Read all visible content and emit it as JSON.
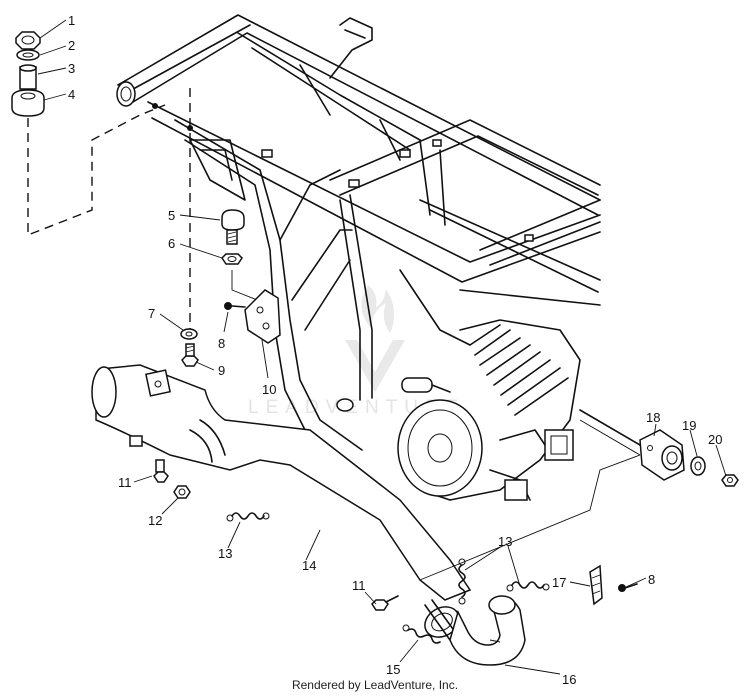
{
  "callouts": {
    "c1": "1",
    "c2": "2",
    "c3": "3",
    "c4": "4",
    "c5": "5",
    "c6": "6",
    "c7": "7",
    "c8a": "8",
    "c9": "9",
    "c10": "10",
    "c11a": "11",
    "c12": "12",
    "c13a": "13",
    "c14": "14",
    "c11b": "11",
    "c13b": "13",
    "c15": "15",
    "c16": "16",
    "c17": "17",
    "c8b": "8",
    "c18": "18",
    "c19": "19",
    "c20": "20"
  },
  "watermark": {
    "text": "LEADVENTURE"
  },
  "footer": {
    "text": "Rendered by LeadVenture, Inc."
  }
}
